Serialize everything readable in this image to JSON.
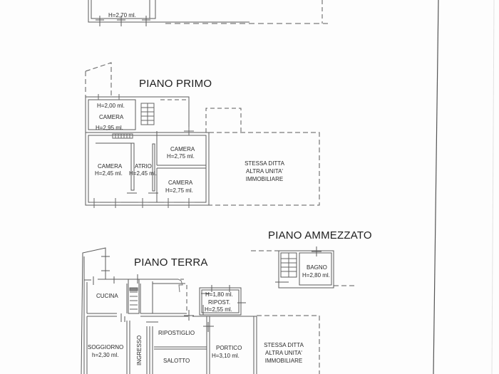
{
  "document": {
    "type": "floor-plan",
    "colors": {
      "line": "#555555",
      "text": "#2a2a2a",
      "background": "#fdfdfd"
    }
  },
  "top_fragment": {
    "height_label": "H=2,70 ml."
  },
  "piano_primo": {
    "title": "PIANO PRIMO",
    "rooms": [
      {
        "name": "CAMERA",
        "height_top": "H=2,00 ml.",
        "height_bottom": "H=2,95 ml."
      },
      {
        "name": "CAMERA",
        "height": "H=2,45 ml."
      },
      {
        "name": "ATRIO",
        "height": "H=2,45 ml."
      },
      {
        "name": "CAMERA",
        "height": "H=2,75 ml."
      },
      {
        "name": "CAMERA",
        "height": "H=2,75 ml."
      }
    ],
    "other_unit": {
      "line1": "STESSA DITTA",
      "line2": "ALTRA UNITA'",
      "line3": "IMMOBILIARE"
    }
  },
  "piano_ammezzato": {
    "title": "PIANO AMMEZZATO",
    "rooms": [
      {
        "name": "BAGNO",
        "height": "H=2,80 ml."
      }
    ]
  },
  "piano_terra": {
    "title": "PIANO TERRA",
    "rooms": [
      {
        "name": "CUCINA"
      },
      {
        "name": "RIPOST.",
        "height_top": "H=1,80 ml.",
        "height_bottom": "H=2,55 ml."
      },
      {
        "name": "SOGGIORNO",
        "height": "h=2,30 ml."
      },
      {
        "name": "INGRESSO"
      },
      {
        "name": "RIPOSTIGLIO"
      },
      {
        "name": "SALOTTO"
      },
      {
        "name": "PORTICO",
        "height": "H=3,10 ml."
      }
    ],
    "other_unit": {
      "line1": "STESSA DITTA",
      "line2": "ALTRA UNITA'",
      "line3": "IMMOBILIARE"
    }
  }
}
